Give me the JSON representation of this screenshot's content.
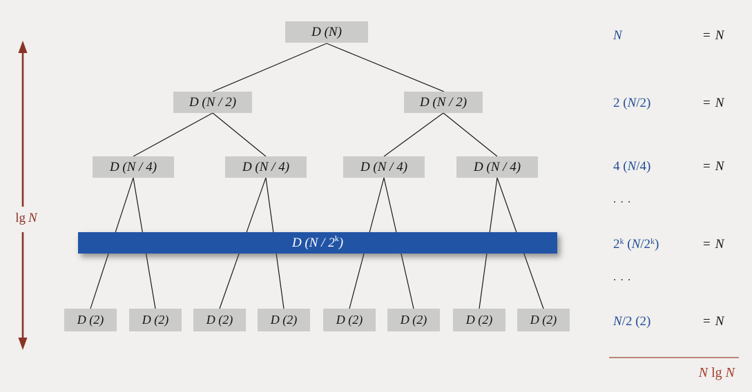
{
  "tree": {
    "root_label": "D (N)",
    "level2_label": "D (N / 2)",
    "level3_label": "D (N / 4)",
    "leaf_label": "D (2)",
    "bar_label_pre": "D (N / 2",
    "bar_label_sup": "k",
    "bar_label_post": ")"
  },
  "left_axis": {
    "lg": "lg",
    "n": "N"
  },
  "right_column": {
    "row1": {
      "n": "N",
      "eq": "=",
      "res": "N"
    },
    "row2": {
      "a": "2 (",
      "n": "N",
      "b": "/2)",
      "eq": "=",
      "res": "N"
    },
    "row3": {
      "a": "4 (",
      "n": "N",
      "b": "/4)",
      "eq": "=",
      "res": "N"
    },
    "dots1": ". . .",
    "row4": {
      "a": "2",
      "sup_a": "k",
      "b": " (",
      "n": "N",
      "c": "/2",
      "sup_c": "k",
      "d": ")",
      "eq": "=",
      "res": "N"
    },
    "dots2": ". . .",
    "row5": {
      "n": "N",
      "a": "/2 (2)",
      "eq": "=",
      "res": "N"
    },
    "total": {
      "n1": "N",
      "op": "lg",
      "n2": "N"
    }
  },
  "colors": {
    "background": "#f1f0ee",
    "box_gray": "#cbcbca",
    "bar_blue": "#2154a5",
    "formula_blue": "#1f4c96",
    "accent_maroon": "#8a3226",
    "total_red": "#a33b28",
    "line_black": "#1a1a1a"
  }
}
